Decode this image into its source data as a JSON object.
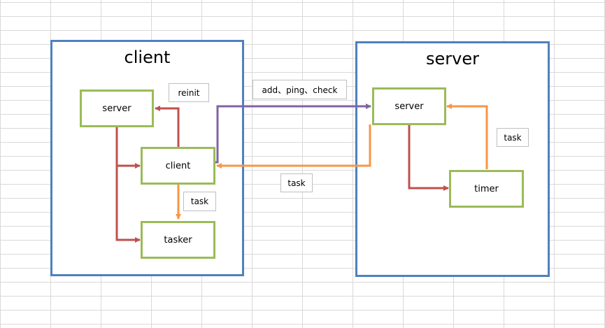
{
  "client_box": {
    "title": "client",
    "nodes": {
      "server": "server",
      "client": "client",
      "tasker": "tasker"
    },
    "labels": {
      "reinit": "reinit",
      "task": "task"
    }
  },
  "server_box": {
    "title": "server",
    "nodes": {
      "server": "server",
      "timer": "timer"
    },
    "labels": {
      "task": "task"
    }
  },
  "connection_labels": {
    "request": "add、ping、check",
    "response": "task"
  },
  "colors": {
    "container_border": "#4f81bd",
    "node_border": "#9bbb59",
    "arrow_red": "#c0504d",
    "arrow_orange": "#f79646",
    "arrow_purple": "#8064a2"
  }
}
